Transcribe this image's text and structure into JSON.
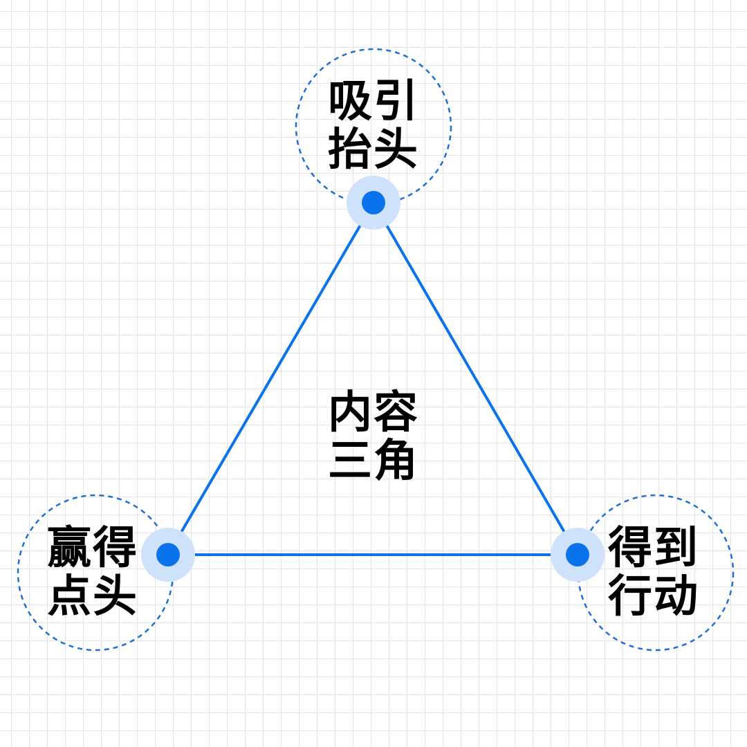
{
  "colors": {
    "accent": "#0a73eb",
    "halo": "#cfe2fb",
    "dashed_circle": "#1f6fd1",
    "text": "#000000"
  },
  "diagram": {
    "center": {
      "line1": "内容",
      "line2": "三角"
    },
    "nodes": {
      "top": {
        "line1": "吸引",
        "line2": "抬头"
      },
      "left": {
        "line1": "赢得",
        "line2": "点头"
      },
      "right": {
        "line1": "得到",
        "line2": "行动"
      }
    }
  }
}
